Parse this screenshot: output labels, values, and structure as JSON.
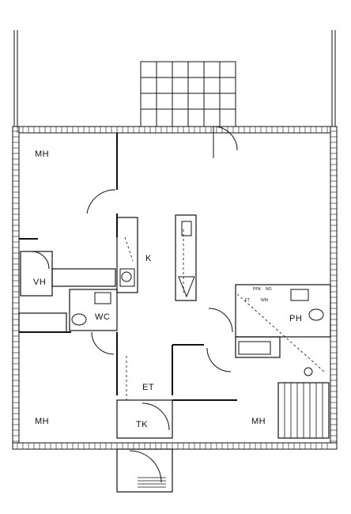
{
  "rooms": {
    "mh_top": "MH",
    "k": "K",
    "vh": "VH",
    "wc": "WC",
    "ph": "PH",
    "et": "ET",
    "mh_bottom_left": "MH",
    "tk": "TK",
    "mh_bottom_right": "MH"
  },
  "fixtures": {
    "washer_label": "PPK",
    "ppk_note": "NO",
    "ft_label": "FT",
    "wm_label": "WM"
  }
}
